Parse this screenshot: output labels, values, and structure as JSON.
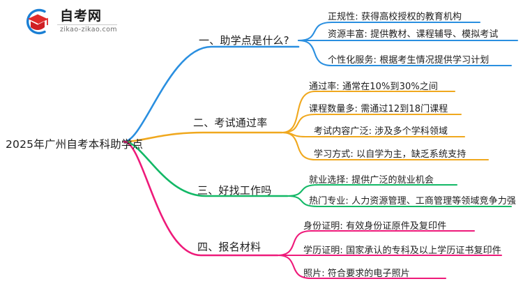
{
  "logo": {
    "title": "自考网",
    "subtitle": "zikao-zikao.com",
    "mark_name": "zikao-graduation-cap-logo"
  },
  "mindmap": {
    "root": {
      "label": "2025年广州自考本科助学点"
    },
    "branches": [
      {
        "label": "一、助学点是什么?",
        "color": "#2a8fe0",
        "children": [
          {
            "label": "正规性: 获得高校授权的教育机构"
          },
          {
            "label": "资源丰富: 提供教材、课程辅导、模拟考试"
          },
          {
            "label": "个性化服务: 根据考生情况提供学习计划"
          }
        ]
      },
      {
        "label": "二、考试通过率",
        "color": "#f0a81e",
        "children": [
          {
            "label": "通过率: 通常在10%到30%之间"
          },
          {
            "label": "课程数量多: 需通过12到18门课程"
          },
          {
            "label": "考试内容广泛: 涉及多个学科领域"
          },
          {
            "label": "学习方式: 以自学为主，缺乏系统支持"
          }
        ]
      },
      {
        "label": "三、好找工作吗",
        "color": "#12b866",
        "children": [
          {
            "label": "就业选择: 提供广泛的就业机会"
          },
          {
            "label": "热门专业: 人力资源管理、工商管理等领域竞争力强"
          }
        ]
      },
      {
        "label": "四、报名材料",
        "color": "#ee1a7a",
        "children": [
          {
            "label": "身份证明: 有效身份证原件及复印件"
          },
          {
            "label": "学历证明: 国家承认的专科及以上学历证书复印件"
          },
          {
            "label": "照片: 符合要求的电子照片"
          }
        ]
      }
    ]
  }
}
